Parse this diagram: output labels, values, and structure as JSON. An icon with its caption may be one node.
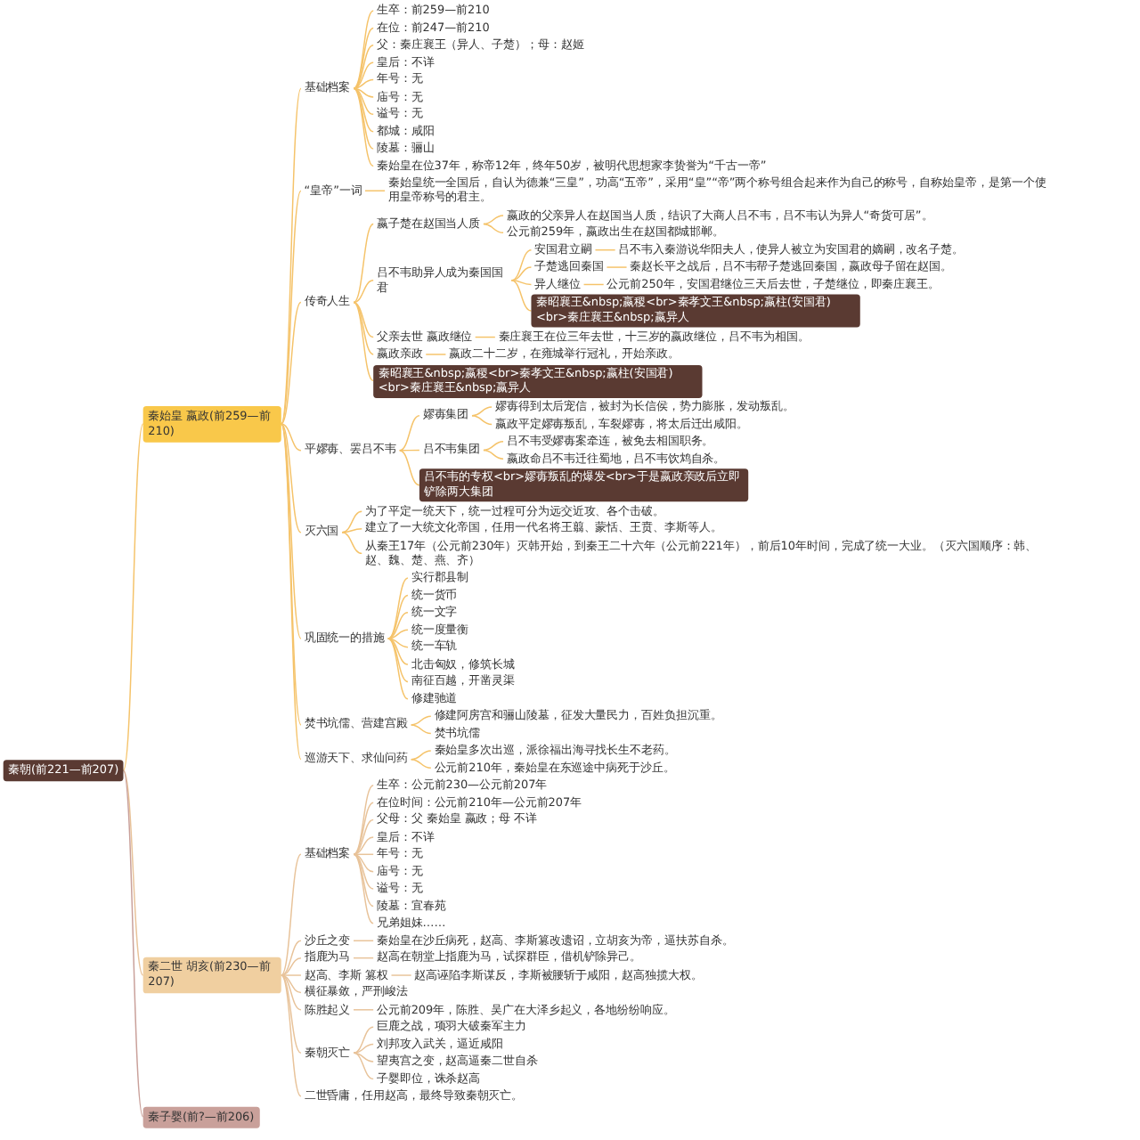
{
  "diagram": {
    "nodes": [
      {
        "text": [
          "秦朝(前221—前207)"
        ]
      },
      {
        "text": [
          "秦始皇 嬴政(前259—前210)"
        ]
      },
      {
        "text": [
          "基础档案"
        ]
      },
      {
        "text": [
          "生卒：前259—前210"
        ]
      },
      {
        "text": [
          "在位：前247—前210"
        ]
      },
      {
        "text": [
          "父：秦庄襄王（异人、子楚）；母：赵姬"
        ]
      },
      {
        "text": [
          "皇后：不详"
        ]
      },
      {
        "text": [
          "年号：无"
        ]
      },
      {
        "text": [
          "庙号：无"
        ]
      },
      {
        "text": [
          "谥号：无"
        ]
      },
      {
        "text": [
          "都城：咸阳"
        ]
      },
      {
        "text": [
          "陵墓：骊山"
        ]
      },
      {
        "text": [
          "秦始皇在位37年，称帝12年，终年50岁，被明代思想家李贽誉为“千古一帝”"
        ]
      },
      {
        "text": [
          "“皇帝”一词"
        ]
      },
      {
        "text": [
          "秦始皇统一全国后，自认为德兼“三皇”，功高“五帝”，采用“皇”“帝”两个称号组合起来作为自己的称号，自称始皇帝，是第一个使用皇帝称号的君主。"
        ]
      },
      {
        "text": [
          "传奇人生"
        ]
      },
      {
        "text": [
          "嬴子楚在赵国当人质"
        ]
      },
      {
        "text": [
          "嬴政的父亲异人在赵国当人质，结识了大商人吕不韦，吕不韦认为异人“奇货可居”。"
        ]
      },
      {
        "text": [
          "公元前259年，嬴政出生在赵国都城邯郸。"
        ]
      },
      {
        "text": [
          "吕不韦助异人成为秦国国君"
        ]
      },
      {
        "text": [
          "安国君立嗣"
        ]
      },
      {
        "text": [
          "吕不韦入秦游说华阳夫人，使异人被立为安国君的嫡嗣，改名子楚。"
        ]
      },
      {
        "text": [
          "子楚逃回秦国"
        ]
      },
      {
        "text": [
          "秦赵长平之战后，吕不韦帮子楚逃回秦国，嬴政母子留在赵国。"
        ]
      },
      {
        "text": [
          "异人继位"
        ]
      },
      {
        "text": [
          "公元前250年，安国君继位三天后去世，子楚继位，即秦庄襄王。"
        ]
      },
      {
        "text": [
          "父亲去世 嬴政继位"
        ]
      },
      {
        "text": [
          "秦庄襄王在位三年去世，十三岁的嬴政继位，吕不韦为相国。"
        ]
      },
      {
        "text": [
          "嬴政亲政"
        ]
      },
      {
        "text": [
          "嬴政二十二岁，在雍城举行冠礼，开始亲政。"
        ]
      },
      {
        "text": [
          "秦昭襄王&nbsp;嬴稷<br>秦孝文王&nbsp;嬴柱(安国君)<br>秦庄襄王&nbsp;嬴异人"
        ]
      },
      {
        "text": [
          "秦昭襄王&nbsp;嬴稷<br>秦孝文王&nbsp;嬴柱(安国君)<br>秦庄襄王&nbsp;嬴异人"
        ]
      },
      {
        "text": [
          "平嫪毐、罢吕不韦"
        ]
      },
      {
        "text": [
          "嫪毐集团"
        ]
      },
      {
        "text": [
          "嫪毐得到太后宠信，被封为长信侯，势力膨胀，发动叛乱。"
        ]
      },
      {
        "text": [
          "嬴政平定嫪毐叛乱，车裂嫪毐，将太后迁出咸阳。"
        ]
      },
      {
        "text": [
          "吕不韦集团"
        ]
      },
      {
        "text": [
          "吕不韦受嫪毐案牵连，被免去相国职务。"
        ]
      },
      {
        "text": [
          "嬴政命吕不韦迁往蜀地，吕不韦饮鸩自杀。"
        ]
      },
      {
        "text": [
          "吕不韦的专权<br>嫪毐叛乱的爆发<br>于是嬴政亲政后立即铲除两大集团"
        ]
      },
      {
        "text": [
          "灭六国"
        ]
      },
      {
        "text": [
          "为了平定一统天下，统一过程可分为远交近攻、各个击破。"
        ]
      },
      {
        "text": [
          "建立了一大统文化帝国，任用一代名将王翦、蒙恬、王贲、李斯等人。"
        ]
      },
      {
        "text": [
          "从秦王17年（公元前230年）灭韩开始，到秦王二十六年（公元前221年），前后10年时间，完成了统一大业。（灭六国顺序：韩、赵、魏、楚、燕、齐）"
        ]
      },
      {
        "text": [
          "巩固统一的措施"
        ]
      },
      {
        "text": [
          "实行郡县制"
        ]
      },
      {
        "text": [
          "统一货币"
        ]
      },
      {
        "text": [
          "统一文字"
        ]
      },
      {
        "text": [
          "统一度量衡"
        ]
      },
      {
        "text": [
          "统一车轨"
        ]
      },
      {
        "text": [
          "北击匈奴，修筑长城"
        ]
      },
      {
        "text": [
          "南征百越，开凿灵渠"
        ]
      },
      {
        "text": [
          "修建驰道"
        ]
      },
      {
        "text": [
          "焚书坑儒、营建宫殿"
        ]
      },
      {
        "text": [
          "修建阿房宫和骊山陵墓，征发大量民力，百姓负担沉重。"
        ]
      },
      {
        "text": [
          "焚书坑儒"
        ]
      },
      {
        "text": [
          "巡游天下、求仙问药"
        ]
      },
      {
        "text": [
          "秦始皇多次出巡，派徐福出海寻找长生不老药。"
        ]
      },
      {
        "text": [
          "公元前210年，秦始皇在东巡途中病死于沙丘。"
        ]
      },
      {
        "text": [
          "秦二世 胡亥(前230—前207)"
        ]
      },
      {
        "text": [
          "基础档案"
        ]
      },
      {
        "text": [
          "生卒：公元前230—公元前207年"
        ]
      },
      {
        "text": [
          "在位时间：公元前210年—公元前207年"
        ]
      },
      {
        "text": [
          "父母：父 秦始皇 嬴政；母 不详"
        ]
      },
      {
        "text": [
          "皇后：不详"
        ]
      },
      {
        "text": [
          "年号：无"
        ]
      },
      {
        "text": [
          "庙号：无"
        ]
      },
      {
        "text": [
          "谥号：无"
        ]
      },
      {
        "text": [
          "陵墓：宜春苑"
        ]
      },
      {
        "text": [
          "兄弟姐妹……"
        ]
      },
      {
        "text": [
          "沙丘之变"
        ]
      },
      {
        "text": [
          "秦始皇在沙丘病死，赵高、李斯篡改遗诏，立胡亥为帝，逼扶苏自杀。"
        ]
      },
      {
        "text": [
          "指鹿为马"
        ]
      },
      {
        "text": [
          "赵高在朝堂上指鹿为马，试探群臣，借机铲除异己。"
        ]
      },
      {
        "text": [
          "赵高、李斯 篡权"
        ]
      },
      {
        "text": [
          "赵高诬陷李斯谋反，李斯被腰斩于咸阳，赵高独揽大权。"
        ]
      },
      {
        "text": [
          "横征暴敛，严刑峻法"
        ]
      },
      {
        "text": [
          "陈胜起义"
        ]
      },
      {
        "text": [
          "公元前209年，陈胜、吴广在大泽乡起义，各地纷纷响应。"
        ]
      },
      {
        "text": [
          "秦朝灭亡"
        ]
      },
      {
        "text": [
          "巨鹿之战，项羽大破秦军主力"
        ]
      },
      {
        "text": [
          "刘邦攻入武关，逼近咸阳"
        ]
      },
      {
        "text": [
          "望夷宫之变，赵高逼秦二世自杀"
        ]
      },
      {
        "text": [
          "子婴即位，诛杀赵高"
        ]
      },
      {
        "text": [
          "二世昏庸，任用赵高，最终导致秦朝灭亡。"
        ]
      },
      {
        "text": [
          "秦子婴(前?—前206)"
        ]
      }
    ],
    "edges": [
      {
        "from": 0,
        "to": 1,
        "arrow": "none"
      },
      {
        "from": 1,
        "to": 2,
        "arrow": "none"
      },
      {
        "from": 2,
        "to": 3,
        "arrow": "none"
      },
      {
        "from": 2,
        "to": 4,
        "arrow": "none"
      },
      {
        "from": 2,
        "to": 5,
        "arrow": "none"
      },
      {
        "from": 2,
        "to": 6,
        "arrow": "none"
      },
      {
        "from": 2,
        "to": 7,
        "arrow": "none"
      },
      {
        "from": 2,
        "to": 8,
        "arrow": "none"
      },
      {
        "from": 2,
        "to": 9,
        "arrow": "none"
      },
      {
        "from": 2,
        "to": 10,
        "arrow": "none"
      },
      {
        "from": 2,
        "to": 11,
        "arrow": "none"
      },
      {
        "from": 2,
        "to": 12,
        "arrow": "none"
      },
      {
        "from": 1,
        "to": 13,
        "arrow": "none"
      },
      {
        "from": 13,
        "to": 14,
        "arrow": "none"
      },
      {
        "from": 1,
        "to": 15,
        "arrow": "none"
      },
      {
        "from": 15,
        "to": 16,
        "arrow": "none"
      },
      {
        "from": 16,
        "to": 17,
        "arrow": "none"
      },
      {
        "from": 16,
        "to": 18,
        "arrow": "none"
      },
      {
        "from": 15,
        "to": 19,
        "arrow": "none"
      },
      {
        "from": 19,
        "to": 20,
        "arrow": "none"
      },
      {
        "from": 20,
        "to": 21,
        "arrow": "none"
      },
      {
        "from": 19,
        "to": 22,
        "arrow": "none"
      },
      {
        "from": 22,
        "to": 23,
        "arrow": "none"
      },
      {
        "from": 19,
        "to": 24,
        "arrow": "none"
      },
      {
        "from": 24,
        "to": 25,
        "arrow": "none"
      },
      {
        "from": 15,
        "to": 26,
        "arrow": "none"
      },
      {
        "from": 26,
        "to": 27,
        "arrow": "none"
      },
      {
        "from": 15,
        "to": 28,
        "arrow": "none"
      },
      {
        "from": 28,
        "to": 29,
        "arrow": "none"
      },
      {
        "from": 19,
        "to": 30,
        "arrow": "none"
      },
      {
        "from": 15,
        "to": 31,
        "arrow": "none"
      },
      {
        "from": 1,
        "to": 32,
        "arrow": "none"
      },
      {
        "from": 32,
        "to": 33,
        "arrow": "none"
      },
      {
        "from": 33,
        "to": 34,
        "arrow": "none"
      },
      {
        "from": 33,
        "to": 35,
        "arrow": "none"
      },
      {
        "from": 32,
        "to": 36,
        "arrow": "none"
      },
      {
        "from": 36,
        "to": 37,
        "arrow": "none"
      },
      {
        "from": 36,
        "to": 38,
        "arrow": "none"
      },
      {
        "from": 32,
        "to": 39,
        "arrow": "none"
      },
      {
        "from": 1,
        "to": 40,
        "arrow": "none"
      },
      {
        "from": 40,
        "to": 41,
        "arrow": "none"
      },
      {
        "from": 40,
        "to": 42,
        "arrow": "none"
      },
      {
        "from": 40,
        "to": 43,
        "arrow": "none"
      },
      {
        "from": 1,
        "to": 44,
        "arrow": "none"
      },
      {
        "from": 44,
        "to": 45,
        "arrow": "none"
      },
      {
        "from": 44,
        "to": 46,
        "arrow": "none"
      },
      {
        "from": 44,
        "to": 47,
        "arrow": "none"
      },
      {
        "from": 44,
        "to": 48,
        "arrow": "none"
      },
      {
        "from": 44,
        "to": 49,
        "arrow": "none"
      },
      {
        "from": 44,
        "to": 50,
        "arrow": "none"
      },
      {
        "from": 44,
        "to": 51,
        "arrow": "none"
      },
      {
        "from": 44,
        "to": 52,
        "arrow": "none"
      },
      {
        "from": 1,
        "to": 53,
        "arrow": "none"
      },
      {
        "from": 53,
        "to": 54,
        "arrow": "none"
      },
      {
        "from": 53,
        "to": 55,
        "arrow": "none"
      },
      {
        "from": 1,
        "to": 56,
        "arrow": "none"
      },
      {
        "from": 56,
        "to": 57,
        "arrow": "none"
      },
      {
        "from": 56,
        "to": 58,
        "arrow": "none"
      },
      {
        "from": 0,
        "to": 59,
        "arrow": "none"
      },
      {
        "from": 59,
        "to": 60,
        "arrow": "none"
      },
      {
        "from": 60,
        "to": 61,
        "arrow": "none"
      },
      {
        "from": 60,
        "to": 62,
        "arrow": "none"
      },
      {
        "from": 60,
        "to": 63,
        "arrow": "none"
      },
      {
        "from": 60,
        "to": 64,
        "arrow": "none"
      },
      {
        "from": 60,
        "to": 65,
        "arrow": "none"
      },
      {
        "from": 60,
        "to": 66,
        "arrow": "none"
      },
      {
        "from": 60,
        "to": 67,
        "arrow": "none"
      },
      {
        "from": 60,
        "to": 68,
        "arrow": "none"
      },
      {
        "from": 60,
        "to": 69,
        "arrow": "none"
      },
      {
        "from": 59,
        "to": 70,
        "arrow": "none"
      },
      {
        "from": 70,
        "to": 71,
        "arrow": "none"
      },
      {
        "from": 59,
        "to": 72,
        "arrow": "none"
      },
      {
        "from": 72,
        "to": 73,
        "arrow": "none"
      },
      {
        "from": 59,
        "to": 74,
        "arrow": "none"
      },
      {
        "from": 74,
        "to": 75,
        "arrow": "none"
      },
      {
        "from": 59,
        "to": 76,
        "arrow": "none"
      },
      {
        "from": 59,
        "to": 77,
        "arrow": "none"
      },
      {
        "from": 77,
        "to": 78,
        "arrow": "none"
      },
      {
        "from": 59,
        "to": 79,
        "arrow": "none"
      },
      {
        "from": 79,
        "to": 80,
        "arrow": "none"
      },
      {
        "from": 79,
        "to": 81,
        "arrow": "none"
      },
      {
        "from": 79,
        "to": 82,
        "arrow": "none"
      },
      {
        "from": 79,
        "to": 83,
        "arrow": "none"
      },
      {
        "from": 59,
        "to": 84,
        "arrow": "none"
      },
      {
        "from": 0,
        "to": 85,
        "arrow": "none"
      }
    ]
  }
}
